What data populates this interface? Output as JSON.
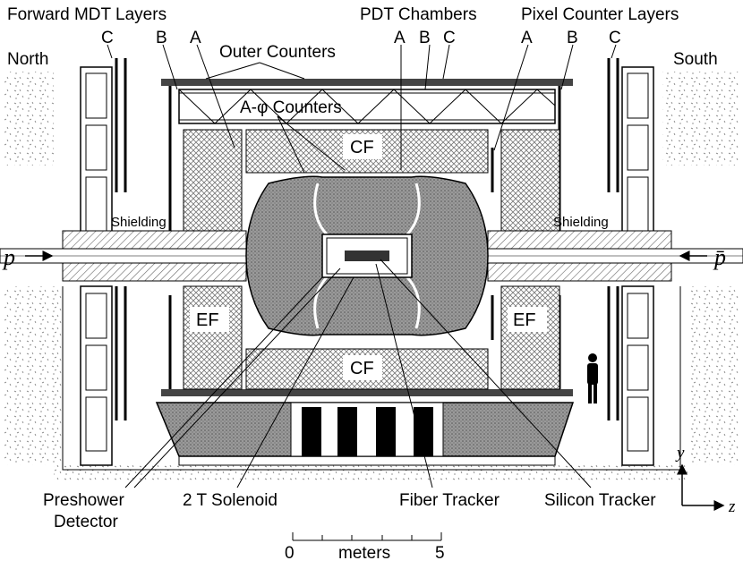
{
  "labels": {
    "forward_mdt": "Forward MDT Layers",
    "pdt": "PDT Chambers",
    "pixel": "Pixel Counter Layers",
    "outer_counters": "Outer Counters",
    "a_phi": "A-φ Counters",
    "north": "North",
    "south": "South",
    "shielding_left": "Shielding",
    "shielding_right": "Shielding",
    "cf_top": "CF",
    "cf_bottom": "CF",
    "ef_left": "EF",
    "ef_right": "EF",
    "p": "p",
    "pbar": "p̄",
    "preshower_1": "Preshower",
    "preshower_2": "Detector",
    "solenoid": "2 T Solenoid",
    "fiber": "Fiber Tracker",
    "silicon": "Silicon Tracker",
    "axis_y": "y",
    "axis_z": "z",
    "scale_0": "0",
    "scale_meters": "meters",
    "scale_5": "5"
  },
  "layer_letters": {
    "mdt": [
      "C",
      "B",
      "A"
    ],
    "pdt": [
      "A",
      "B",
      "C"
    ],
    "pixel": [
      "A",
      "B",
      "C"
    ]
  },
  "colors": {
    "ink": "#000000",
    "hatch": "#555555",
    "iron": "#8a8a8a",
    "background": "#ffffff"
  }
}
